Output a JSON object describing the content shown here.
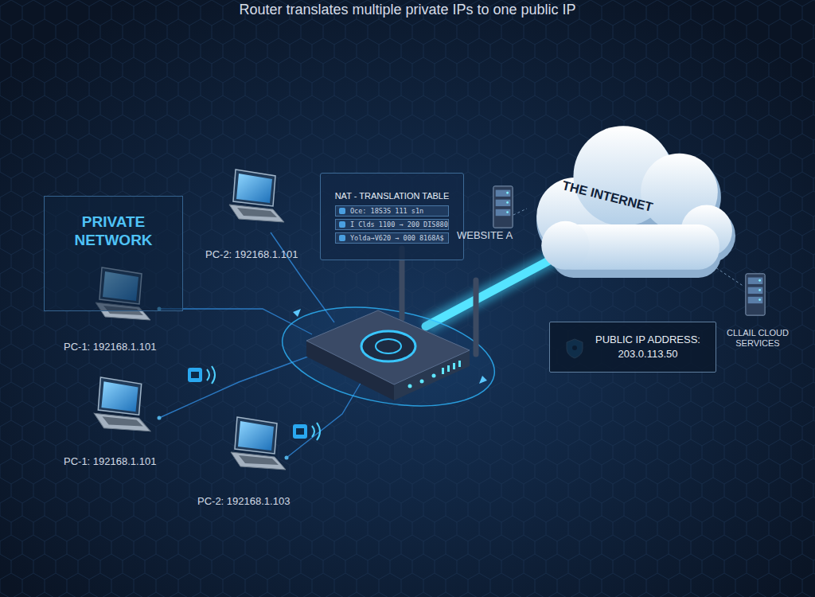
{
  "diagram": {
    "title": "Router translates multiple private IPs to one public IP",
    "nodes": [
      {
        "text": [
          "PRIVATE NETWORK"
        ]
      },
      {
        "text": [
          "NAT - TRANSLATION TABLE",
          "Oce: 18S3S 111 s1n",
          "I Clds 1100 → 200 DIS880",
          "Yolda→V620 → 000 8168A$"
        ]
      },
      {
        "text": [
          "THE INTERNET"
        ]
      },
      {
        "text": [
          "PUBLIC IP ADDRESS:",
          "203.0.113.50"
        ]
      }
    ],
    "labels": [
      "PC-2: 192168.1.101",
      "PC-1: 192168.1.101",
      "PC-1: 192168.1.101",
      "PC-2: 192168.1.103",
      "WEBSITE A",
      "CLLAIL CLOUD SERVICES"
    ]
  }
}
